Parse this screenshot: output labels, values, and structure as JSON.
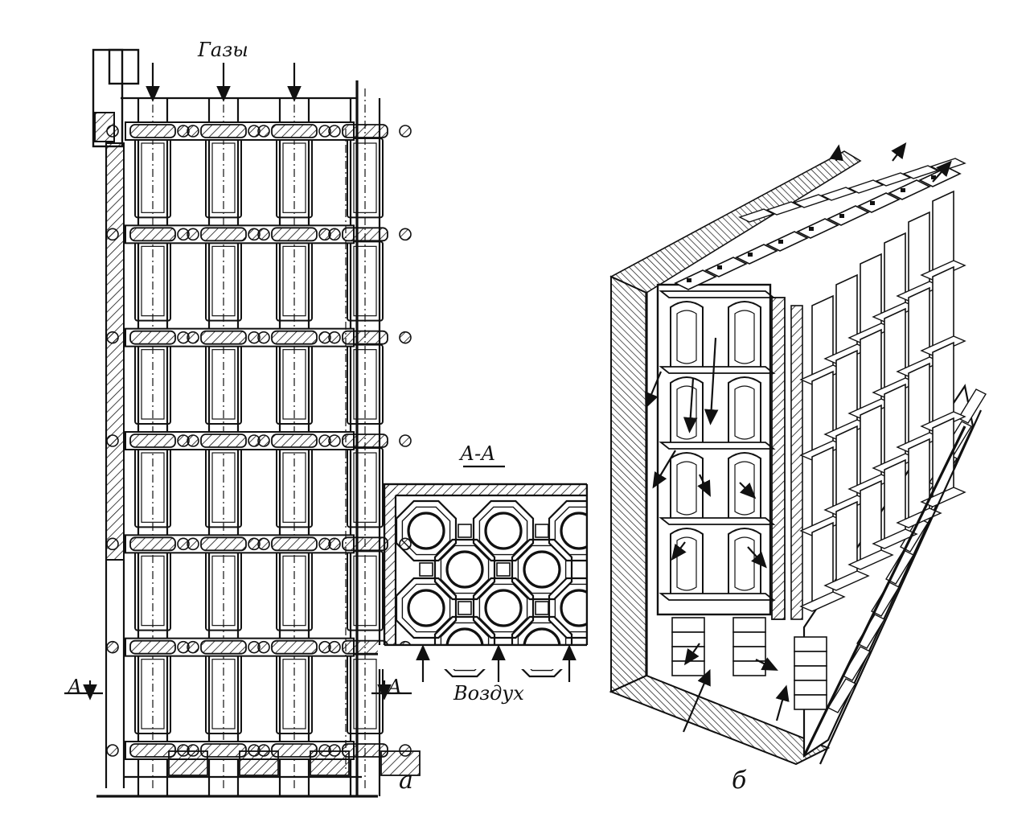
{
  "labels": {
    "gases": "Газы",
    "air": "Воздух",
    "section": "А-А",
    "cut_left": "А",
    "cut_right": "А",
    "fig_a": "а",
    "fig_b": "б"
  },
  "grid": {
    "columns": 4,
    "rows": 6
  },
  "section_grid": {
    "columns": 4,
    "rows": 3
  },
  "module": {
    "columns": 6,
    "rows": 4
  }
}
